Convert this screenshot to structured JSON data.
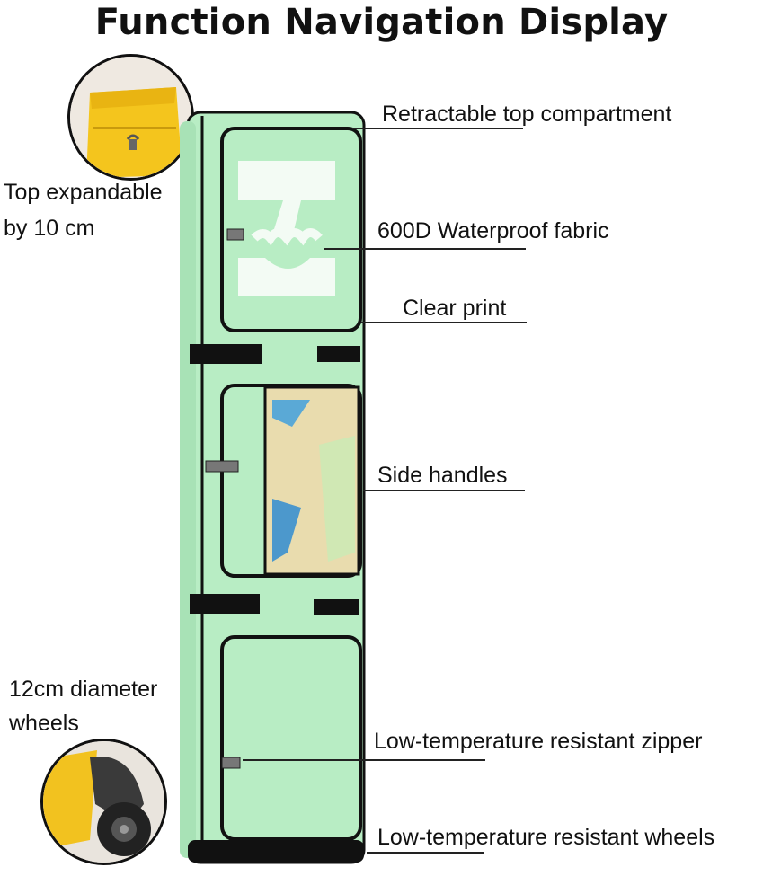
{
  "title": "Function Navigation Display",
  "callouts": {
    "retractable": "Retractable top compartment",
    "fabric": "600D Waterproof fabric",
    "print": "Clear print",
    "handles": "Side handles",
    "zipper": "Low-temperature resistant zipper",
    "wheels": "Low-temperature resistant wheels"
  },
  "left_notes": {
    "top_line1": "Top expandable",
    "top_line2": "by 10 cm",
    "wheel_line1": "12cm diameter",
    "wheel_line2": "wheels"
  },
  "colors": {
    "bag_green": "#b8edc4",
    "trim": "#111111",
    "detail_yellow": "#f2c021"
  }
}
